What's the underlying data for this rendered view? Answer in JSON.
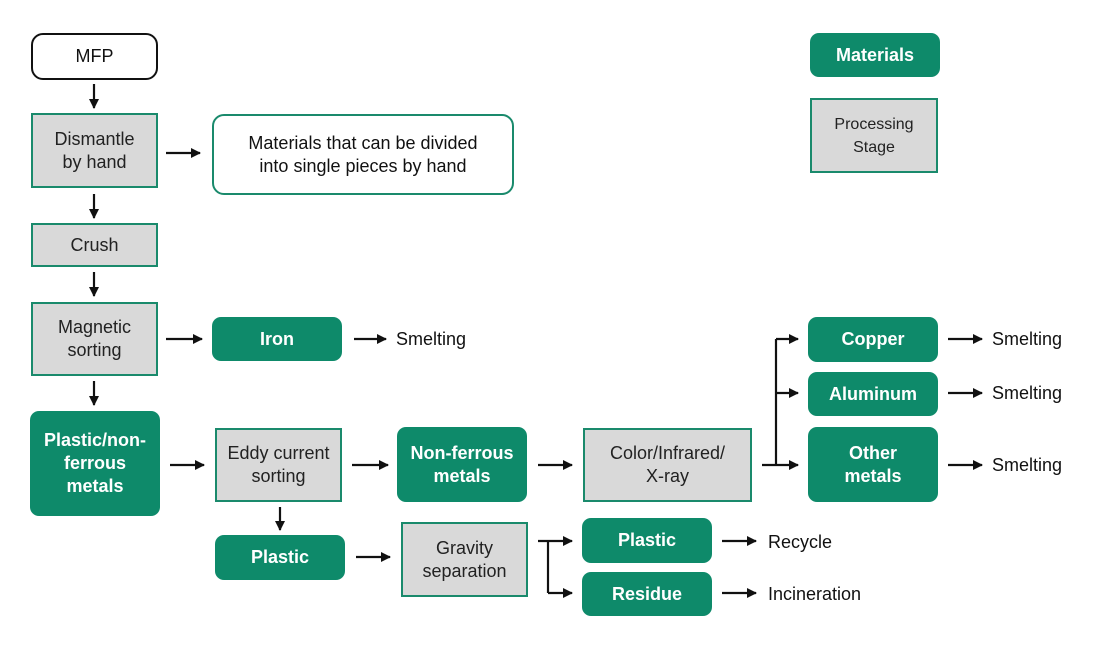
{
  "legend": {
    "materials": "Materials",
    "processing": "Processing\nStage"
  },
  "nodes": {
    "mfp": "MFP",
    "dismantle": "Dismantle\nby hand",
    "materials_note": "Materials that can be divided\ninto single pieces by hand",
    "crush": "Crush",
    "magnetic": "Magnetic\nsorting",
    "iron": "Iron",
    "plastic_nonferrous": "Plastic/non-\nferrous\nmetals",
    "eddy": "Eddy current\nsorting",
    "nonferrous": "Non-ferrous\nmetals",
    "color": "Color/Infrared/\nX-ray",
    "copper": "Copper",
    "aluminum": "Aluminum",
    "other_metals": "Other\nmetals",
    "plastic1": "Plastic",
    "gravity": "Gravity\nseparation",
    "plastic2": "Plastic",
    "residue": "Residue"
  },
  "outcomes": {
    "iron": "Smelting",
    "copper": "Smelting",
    "aluminum": "Smelting",
    "other_metals": "Smelting",
    "plastic": "Recycle",
    "residue": "Incineration"
  },
  "colors": {
    "material_fill": "#0e8a6a",
    "process_fill": "#d9d9d9",
    "border": "#1a8a6c",
    "arrow": "#111111"
  }
}
